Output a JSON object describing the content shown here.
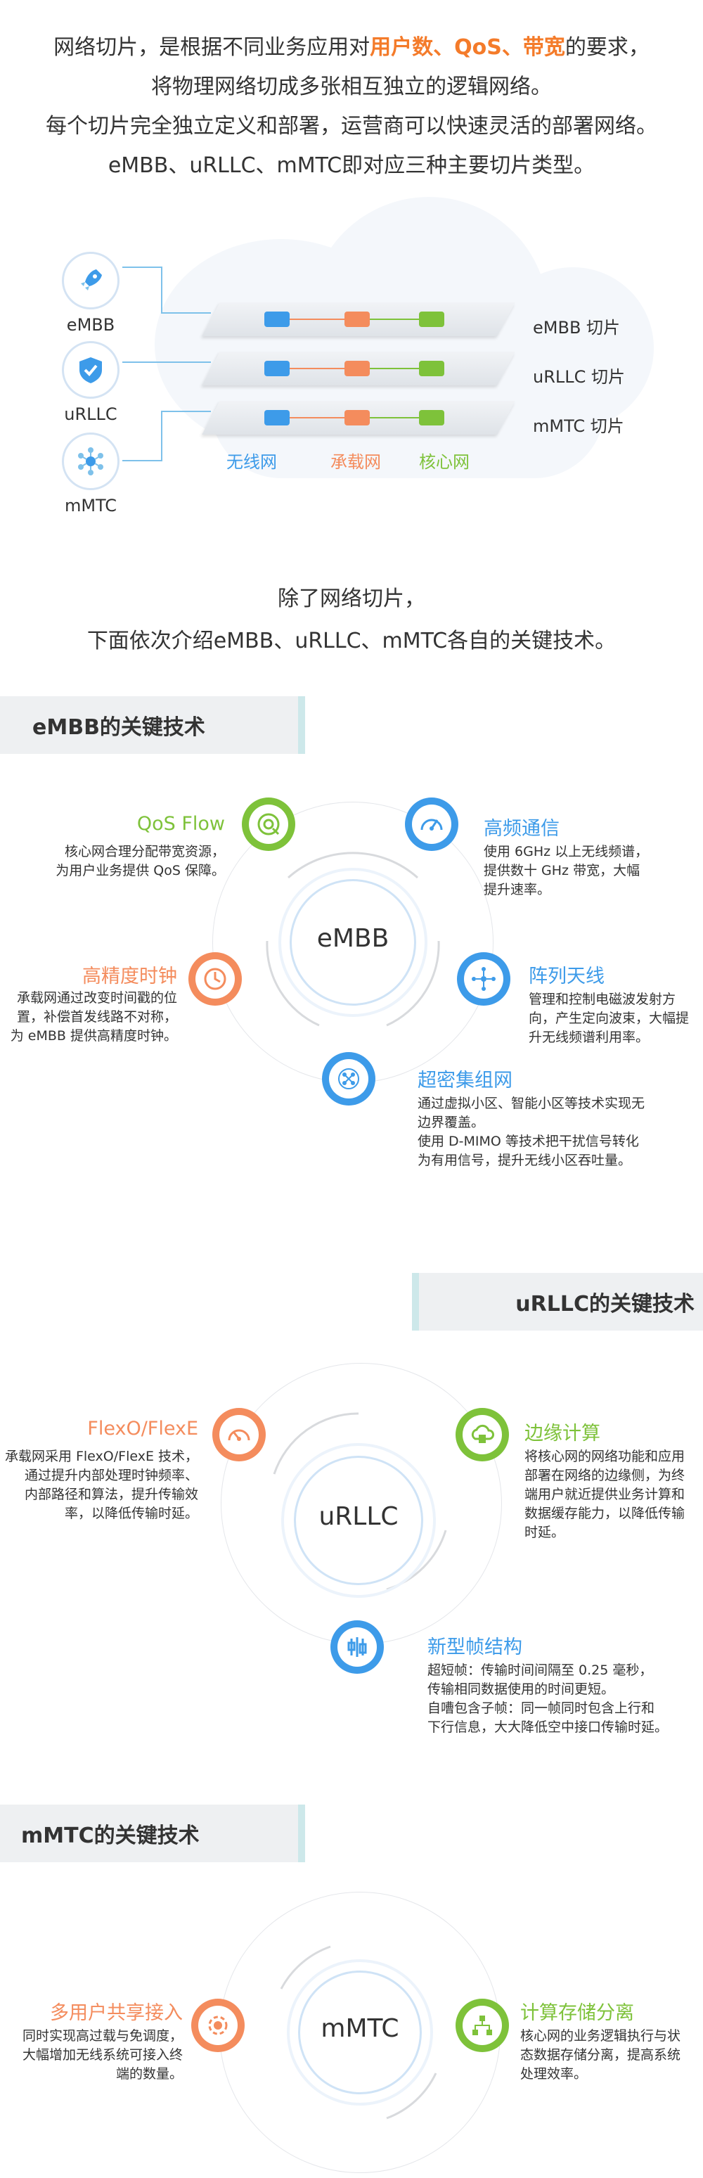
{
  "intro": {
    "line1_a": "网络切片，是根据不同业务应用对",
    "hl1": "用户数",
    "sep1": "、",
    "hl2": "QoS",
    "sep2": "、",
    "hl3": "带宽",
    "line1_b": "的要求，",
    "line2": "将物理网络切成多张相互独立的逻辑网络。",
    "line3": "每个切片完全独立定义和部署，运营商可以快速灵活的部署网络。",
    "line4": "eMBB、uRLLC、mMTC即对应三种主要切片类型。"
  },
  "diagram": {
    "left_items": [
      {
        "label": "eMBB",
        "icon": "rocket-icon"
      },
      {
        "label": "uRLLC",
        "icon": "shield-check-icon"
      },
      {
        "label": "mMTC",
        "icon": "network-hub-icon"
      }
    ],
    "slices": [
      "eMBB 切片",
      "uRLLC 切片",
      "mMTC 切片"
    ],
    "networks": {
      "wireless": "无线网",
      "bearer": "承载网",
      "core": "核心网"
    },
    "colors": {
      "wireless": "#3d9be9",
      "bearer": "#f48c5d",
      "core": "#7ec23a"
    }
  },
  "midtext": {
    "line1": "除了网络切片，",
    "line2": "下面依次介绍eMBB、uRLLC、mMTC各自的关键技术。"
  },
  "embb": {
    "heading": "eMBB的关键技术",
    "center": "eMBB",
    "items": [
      {
        "title": "QoS Flow",
        "desc": [
          "核心网合理分配带宽资源，",
          "为用户业务提供 QoS 保障。"
        ],
        "icon": "qos-icon"
      },
      {
        "title": "高频通信",
        "desc": [
          "使用 6GHz 以上无线频谱，",
          "提供数十 GHz 带宽，大幅",
          "提升速率。"
        ],
        "icon": "gauge-icon"
      },
      {
        "title": "高精度时钟",
        "desc": [
          "承载网通过改变时间戳的位",
          "置，补偿首发线路不对称，",
          "为 eMBB 提供高精度时钟。"
        ],
        "icon": "clock-24-icon"
      },
      {
        "title": "阵列天线",
        "desc": [
          "管理和控制电磁波发射方",
          "向，产生定向波束，大幅提",
          "升无线频谱利用率。"
        ],
        "icon": "antenna-array-icon"
      },
      {
        "title": "超密集组网",
        "desc": [
          "通过虚拟小区、智能小区等技术实现无",
          "边界覆盖。",
          "使用 D-MIMO 等技术把干扰信号转化",
          "为有用信号，提升无线小区吞吐量。"
        ],
        "icon": "dense-network-icon"
      }
    ]
  },
  "urllc": {
    "heading": "uRLLC的关键技术",
    "center": "uRLLC",
    "items": [
      {
        "title": "FlexO/FlexE",
        "desc": [
          "承载网采用 FlexO/FlexE 技术，",
          "通过提升内部处理时钟频率、",
          "内部路径和算法，提升传输效",
          "率，以降低传输时延。"
        ],
        "icon": "speedometer-icon"
      },
      {
        "title": "边缘计算",
        "desc": [
          "将核心网的网络功能和应用",
          "部署在网络的边缘侧，为终",
          "端用户就近提供业务计算和",
          "数据缓存能力，以降低传输",
          "时延。"
        ],
        "icon": "edge-cloud-icon"
      },
      {
        "title": "新型帧结构",
        "desc": [
          "超短帧：传输时间间隔至 0.25 毫秒，",
          "传输相同数据使用的时间更短。",
          "自嘈包含子帧：同一帧同时包含上行和",
          "下行信息，大大降低空中接口传输时延。"
        ],
        "icon": "frame-structure-icon"
      }
    ]
  },
  "mmtc": {
    "heading": "mMTC的关键技术",
    "center": "mMTC",
    "items": [
      {
        "title": "多用户共享接入",
        "desc": [
          "同时实现高过载与免调度，",
          "大幅增加无线系统可接入终",
          "端的数量。"
        ],
        "icon": "shared-access-icon"
      },
      {
        "title": "计算存储分离",
        "desc": [
          "核心网的业务逻辑执行与状",
          "态数据存储分离，提高系统",
          "处理效率。"
        ],
        "icon": "compute-storage-icon"
      }
    ]
  }
}
